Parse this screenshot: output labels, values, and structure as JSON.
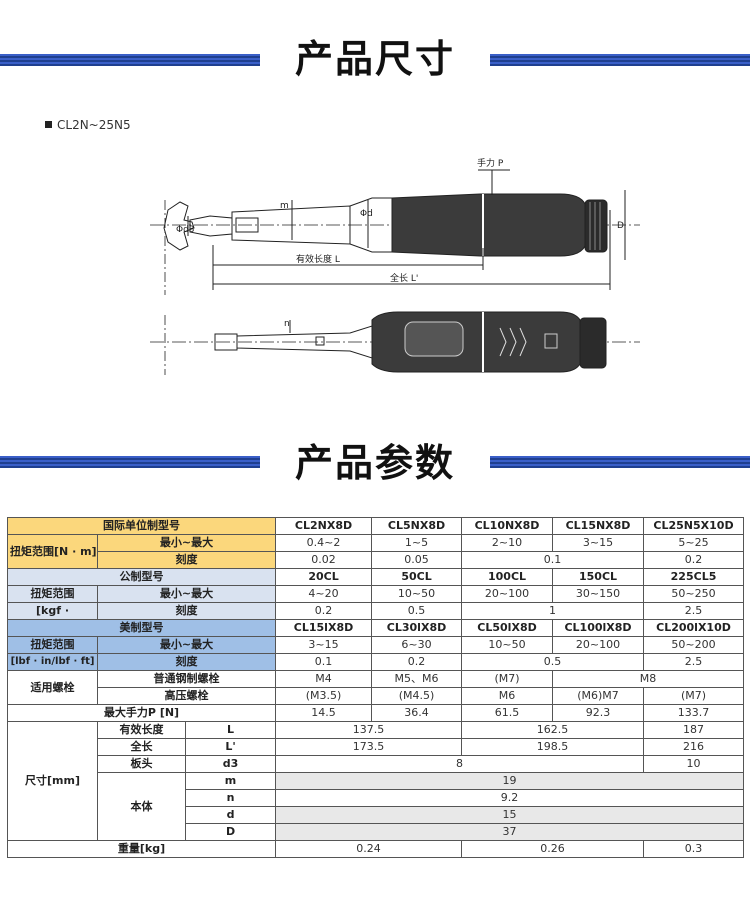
{
  "headers": {
    "dimensions": "产品尺寸",
    "parameters": "产品参数"
  },
  "model_range": "CL2N~25N5",
  "drawing": {
    "hand_force": "手力 P",
    "effective_length": "有效长度 L",
    "total_length": "全长 L'",
    "dim_m": "m",
    "dim_d": "Φd",
    "dim_d3": "Φd3",
    "dim_D": "D",
    "dim_n": "n"
  },
  "table": {
    "intl_model": "国际单位制型号",
    "torque_nm": "扭矩范围[N · m]",
    "min_max": "最小~最大",
    "scale": "刻度",
    "metric_model": "公制型号",
    "torque_kgf_1": "扭矩范围",
    "torque_kgf_2": "[kgf ·",
    "us_model": "美制型号",
    "torque_lbf_1": "扭矩范围",
    "torque_lbf_2": "[lbf · in/lbf · ft]",
    "bolt": "适用螺栓",
    "normal_bolt": "普通钢制螺栓",
    "hi_bolt": "高压螺栓",
    "max_force": "最大手力P [N]",
    "size": "尺寸[mm]",
    "eff_len": "有效长度",
    "tot_len": "全长",
    "head": "板头",
    "body": "本体",
    "weight": "重量[kg]",
    "sym_L": "L",
    "sym_Lp": "L'",
    "sym_d3": "d3",
    "sym_m": "m",
    "sym_n": "n",
    "sym_d": "d",
    "sym_D": "D",
    "intl_models": [
      "CL2NX8D",
      "CL5NX8D",
      "CL10NX8D",
      "CL15NX8D",
      "CL25N5X10D"
    ],
    "nm_range": [
      "0.4~2",
      "1~5",
      "2~10",
      "3~15",
      "5~25"
    ],
    "nm_scale": [
      "0.02",
      "0.05",
      "0.1",
      "0.2"
    ],
    "metric_models": [
      "20CL",
      "50CL",
      "100CL",
      "150CL",
      "225CL5"
    ],
    "kgf_range": [
      "4~20",
      "10~50",
      "20~100",
      "30~150",
      "50~250"
    ],
    "kgf_scale": [
      "0.2",
      "0.5",
      "1",
      "2.5"
    ],
    "us_models": [
      "CL15lX8D",
      "CL30lX8D",
      "CL50lX8D",
      "CL100lX8D",
      "CL200lX10D"
    ],
    "lbf_range": [
      "3~15",
      "6~30",
      "10~50",
      "20~100",
      "50~200"
    ],
    "lbf_scale": [
      "0.1",
      "0.2",
      "0.5",
      "2.5"
    ],
    "normal_bolts": [
      "M4",
      "M5、M6",
      "(M7)",
      "M8"
    ],
    "hi_bolts": [
      "(M3.5)",
      "(M4.5)",
      "M6",
      "(M6)M7",
      "(M7)"
    ],
    "max_forces": [
      "14.5",
      "36.4",
      "61.5",
      "92.3",
      "133.7"
    ],
    "L_vals": [
      "137.5",
      "162.5",
      "187"
    ],
    "Lp_vals": [
      "173.5",
      "198.5",
      "216"
    ],
    "d3_vals": [
      "8",
      "10"
    ],
    "m_val": "19",
    "n_val": "9.2",
    "d_val": "15",
    "D_val": "37",
    "weights": [
      "0.24",
      "0.26",
      "0.3"
    ]
  }
}
